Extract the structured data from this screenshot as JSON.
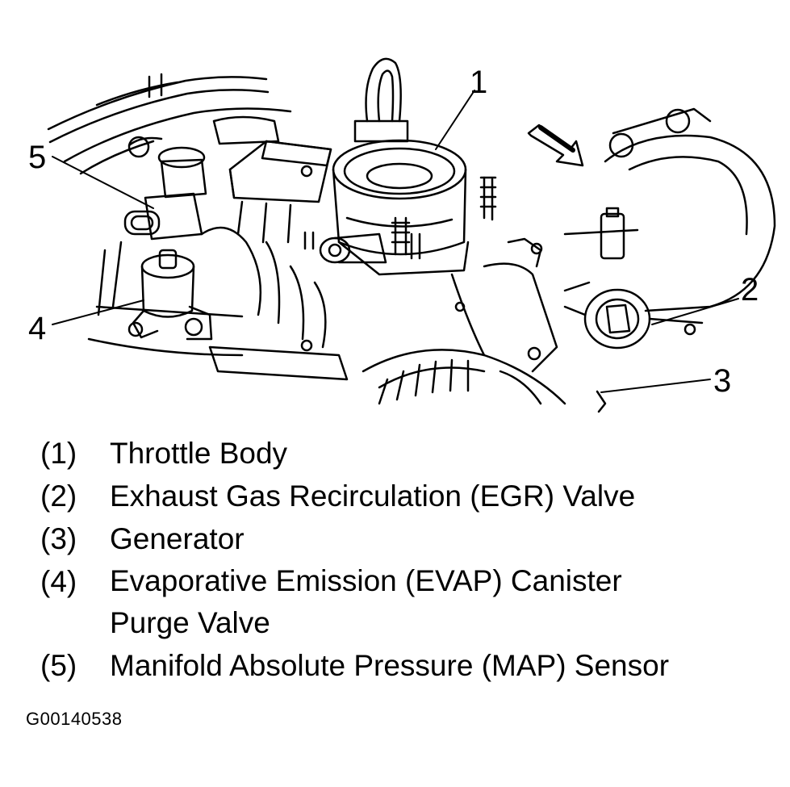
{
  "callouts": [
    {
      "num": "1",
      "label": "Throttle Body"
    },
    {
      "num": "2",
      "label": "Exhaust Gas Recirculation (EGR) Valve"
    },
    {
      "num": "3",
      "label": "Generator"
    },
    {
      "num": "4",
      "label": "Evaporative Emission (EVAP) Canister Purge Valve"
    },
    {
      "num": "5",
      "label": "Manifold Absolute Pressure (MAP) Sensor"
    }
  ],
  "legend": [
    {
      "num": "(1)",
      "text": "Throttle Body"
    },
    {
      "num": "(2)",
      "text": "Exhaust Gas Recirculation (EGR) Valve"
    },
    {
      "num": "(3)",
      "text": "Generator"
    },
    {
      "num": "(4)",
      "text_line1": "Evaporative Emission (EVAP) Canister",
      "text_line2": "Purge Valve"
    },
    {
      "num": "(5)",
      "text": "Manifold Absolute Pressure (MAP) Sensor"
    }
  ],
  "figure_code": "G00140538",
  "icons": {
    "direction_arrow": "arrow-icon"
  },
  "colors": {
    "ink": "#000000",
    "paper": "#ffffff"
  }
}
